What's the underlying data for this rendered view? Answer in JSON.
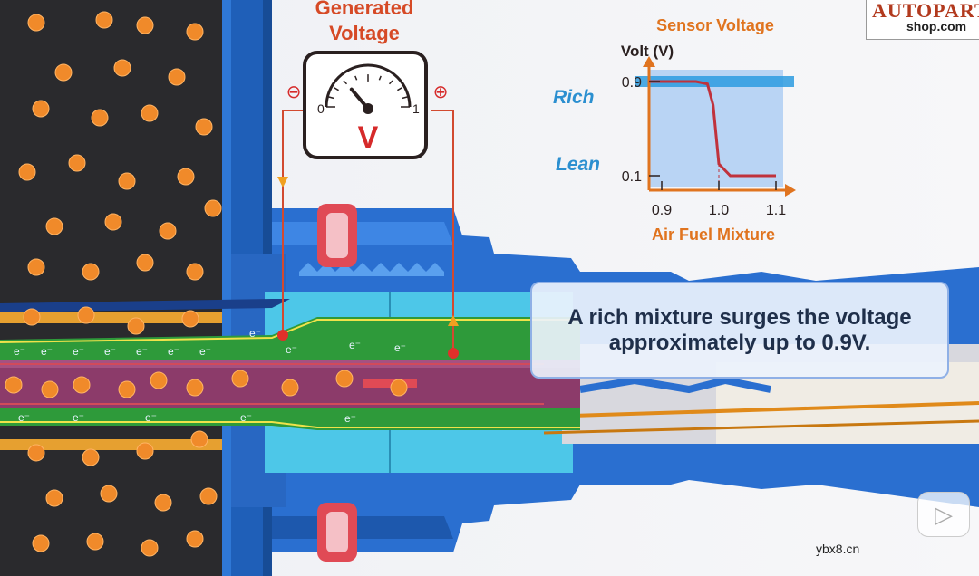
{
  "meter": {
    "title_line1": "Generated",
    "title_line2": "Voltage",
    "scale_min": "0",
    "scale_max": "1",
    "unit_symbol": "V",
    "minus_symbol": "⊖",
    "plus_symbol": "⊕",
    "needle_fraction": 0.35
  },
  "chart_data": {
    "type": "line",
    "title": "Sensor Voltage",
    "ylabel": "Volt (V)",
    "xlabel": "Air Fuel Mixture",
    "x_ticks": [
      "0.9",
      "1.0",
      "1.1"
    ],
    "y_ticks": [
      "0.9",
      "0.1"
    ],
    "xlim": [
      0.9,
      1.1
    ],
    "ylim": [
      0.0,
      1.0
    ],
    "series": [
      {
        "x": [
          0.9,
          0.96,
          0.98,
          0.99,
          1.0,
          1.02,
          1.1
        ],
        "y": [
          0.9,
          0.9,
          0.88,
          0.7,
          0.2,
          0.1,
          0.1
        ]
      }
    ],
    "annotations": {
      "rich": "Rich",
      "lean": "Lean"
    },
    "colors": {
      "label": "#e0741f",
      "axis": "#e0741f",
      "curve": "#c0323c",
      "band": "#2b9be0",
      "annot": "#2b8fd0"
    }
  },
  "caption": {
    "text": "A rich mixture surges the voltage approximately up to 0.9V."
  },
  "electron_symbol": "e⁻",
  "logo": {
    "line1": "AUTOPART",
    "line2": "shop.com"
  },
  "watermark": "ybx8.cn",
  "play_icon": "▷"
}
